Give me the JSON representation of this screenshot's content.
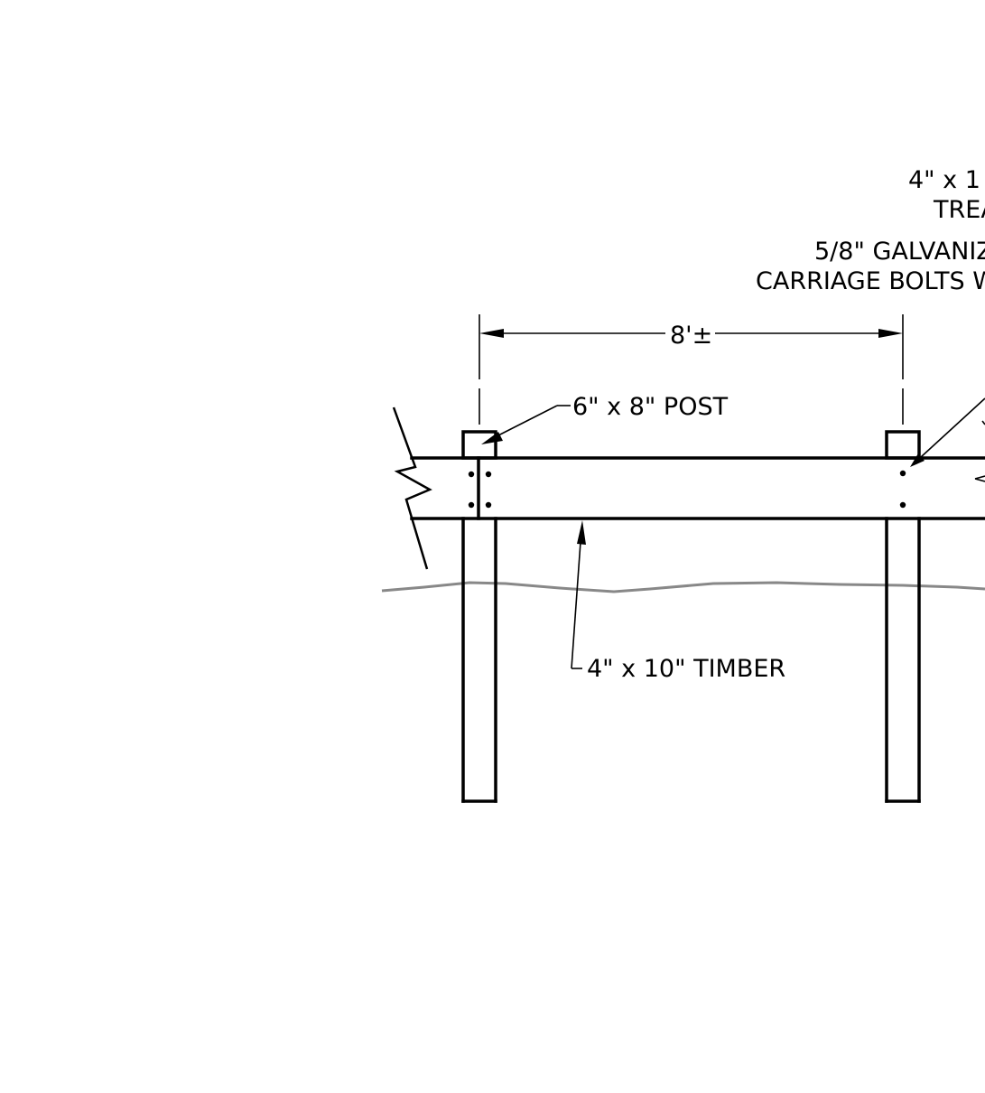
{
  "labels": {
    "top_line_1": "4\" x 1",
    "top_line_2": "TREA",
    "bolt_line_1": "5/8\" GALVANIZ",
    "bolt_line_2": "CARRIAGE BOLTS W/",
    "spacing": "8'±",
    "post": "6\" x 8\" POST",
    "timber": "4\" x 10\" TIMBER"
  },
  "colors": {
    "line": "#000000",
    "ground": "#888888",
    "background": "#ffffff"
  }
}
